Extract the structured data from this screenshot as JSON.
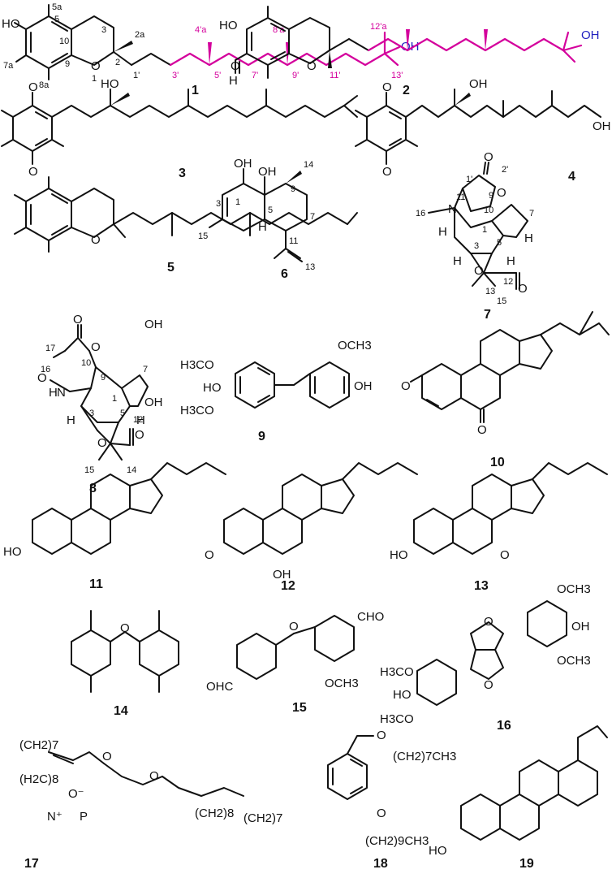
{
  "colors": {
    "bond": "#111111",
    "highlight": "#d4009c",
    "hydroxyl_label": "#1f1fbf"
  },
  "atoms": {
    "HO": "HO",
    "OH": "OH",
    "O": "O",
    "H": "H",
    "N": "N",
    "OCH3": "OCH3",
    "H3CO": "H3CO",
    "CHO": "CHO",
    "OHC": "OHC",
    "CH2_7": "(CH2)7",
    "H2C_8": "(H2C)8",
    "CH2_8": "(CH2)8",
    "CH2_7b": "(CH2)7",
    "CH2_7CH3": "(CH2)7CH3",
    "CH2_9CH3": "(CH2)9CH3",
    "Ominus": "O⁻",
    "Nplus": "N⁺",
    "P": "P"
  },
  "numbering": {
    "c1": [
      "5a",
      "5",
      "10",
      "3",
      "2a",
      "7a",
      "8a",
      "9",
      "1",
      "2",
      "1'",
      "3'",
      "4'a",
      "5'",
      "7'",
      "8'a",
      "9'",
      "11'",
      "12'a",
      "13'"
    ],
    "c6": [
      "1",
      "14",
      "9",
      "7",
      "5",
      "3",
      "15",
      "11",
      "13"
    ],
    "c7": [
      "2'",
      "1'",
      "11",
      "16",
      "10",
      "9",
      "7",
      "1",
      "5",
      "3",
      "12",
      "13",
      "15"
    ],
    "c8": [
      "10",
      "17",
      "16",
      "9",
      "7",
      "1",
      "3",
      "5",
      "12",
      "15",
      "14"
    ]
  },
  "compounds": [
    "1",
    "2",
    "3",
    "4",
    "5",
    "6",
    "7",
    "8",
    "9",
    "10",
    "11",
    "12",
    "13",
    "14",
    "15",
    "16",
    "17",
    "18",
    "19"
  ]
}
